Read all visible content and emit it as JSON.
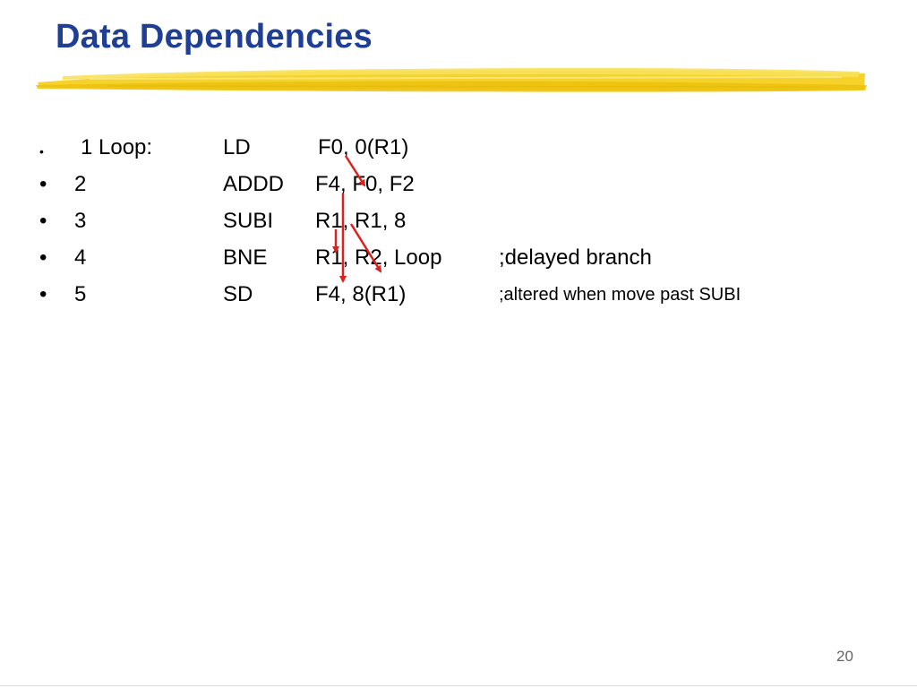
{
  "slide": {
    "title": "Data Dependencies",
    "page_number": "20"
  },
  "instructions": [
    {
      "bullet": "•",
      "number": "1 Loop:",
      "op": "LD",
      "args": "F0, 0(R1)",
      "comment": ""
    },
    {
      "bullet": "•",
      "number": "2",
      "op": "ADDD",
      "args": "F4, F0, F2",
      "comment": ""
    },
    {
      "bullet": "•",
      "number": "3",
      "op": "SUBI",
      "args": "R1, R1, 8",
      "comment": ""
    },
    {
      "bullet": "•",
      "number": "4",
      "op": "BNE",
      "args": "R1, R2, Loop",
      "comment": ";delayed branch"
    },
    {
      "bullet": "•",
      "number": "5",
      "op": "SD",
      "args": "F4, 8(R1)",
      "comment": ";altered when move past SUBI"
    }
  ],
  "colors": {
    "title": "#1f3e95",
    "highlight": "#f5d020",
    "arrow": "#e0201c"
  }
}
